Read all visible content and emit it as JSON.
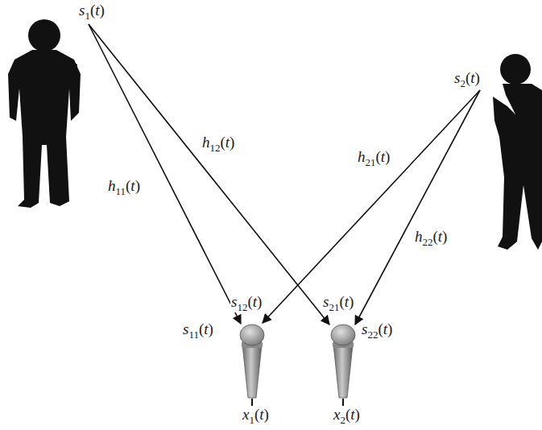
{
  "diagram": {
    "labels": [
      "s1(t)",
      "h12(t)",
      "h11(t)",
      "s2(t)",
      "h21(t)",
      "h22(t)",
      "s12(t)",
      "s21(t)",
      "s11(t)",
      "s22(t)",
      "x1(t)",
      "x2(t)"
    ]
  }
}
